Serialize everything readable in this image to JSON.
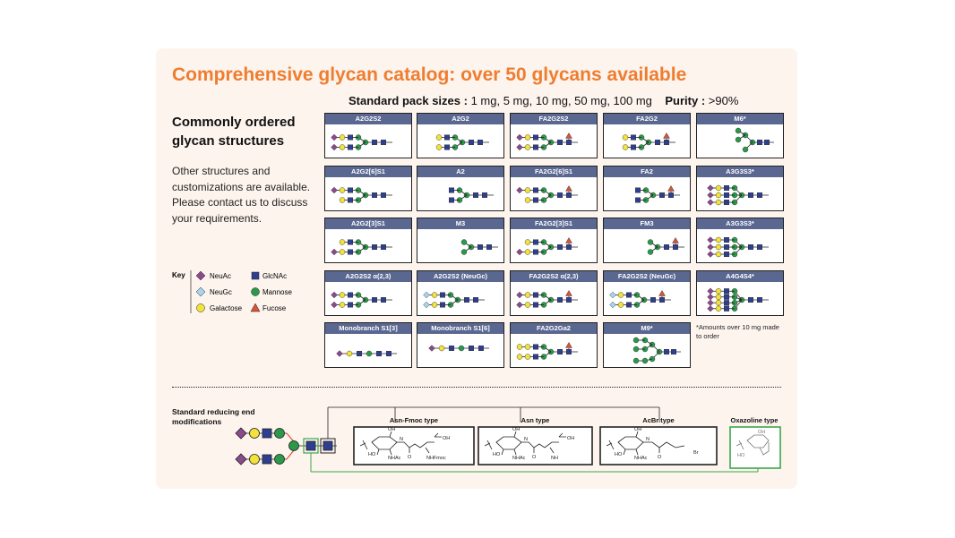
{
  "title": "Comprehensive glycan catalog: over 50 glycans available",
  "pack_sizes": {
    "label": "Standard pack sizes :",
    "values": "1 mg, 5 mg, 10 mg, 50 mg, 100 mg",
    "purity_label": "Purity :",
    "purity_value": ">90%"
  },
  "common_heading": "Commonly ordered glycan structures",
  "other_text": "Other structures and customizations are available. Please contact us to discuss your requirements.",
  "key": {
    "label": "Key",
    "items": [
      "NeuAc",
      "NeuGc",
      "Galactose",
      "GlcNAc",
      "Mannose",
      "Fucose"
    ]
  },
  "colors": {
    "title": "#ef7d2f",
    "card_header": "#5a6790",
    "neuac": "#8b4a8c",
    "neugc": "#a9d4ec",
    "galactose": "#f2e23a",
    "glcnac": "#2f3f8f",
    "mannose": "#2a9a4a",
    "fucose": "#d9533a",
    "link_green": "#3aa64a"
  },
  "glycans": [
    [
      "A2G2S2",
      "A2G2",
      "FA2G2S2",
      "FA2G2",
      "M6*"
    ],
    [
      "A2G2[6]S1",
      "A2",
      "FA2G2[6]S1",
      "FA2",
      "A3G3S3*"
    ],
    [
      "A2G2[3]S1",
      "M3",
      "FA2G2[3]S1",
      "FM3",
      "A3G3S3*"
    ],
    [
      "A2G2S2 α(2,3)",
      "A2G2S2 (NeuGc)",
      "FA2G2S2 α(2,3)",
      "FA2G2S2 (NeuGc)",
      "A4G4S4*"
    ],
    [
      "Monobranch S1[3]",
      "Monobranch S1[6]",
      "FA2G2Ga2",
      "M9*"
    ]
  ],
  "note": "*Amounts over 10 mg made to order",
  "reducing_heading": "Standard reducing end modifications",
  "modifications": [
    "Asn-Fmoc type",
    "Asn type",
    "AcBr type",
    "Oxazoline type"
  ],
  "chem": {
    "oh": "OH",
    "ho": "HO",
    "nhac": "NHAc",
    "n": "N",
    "h": "H",
    "o": "O",
    "oh_acid": "OH",
    "nhfmoc": "NHFmoc",
    "nh2": "NH",
    "br": "Br"
  }
}
